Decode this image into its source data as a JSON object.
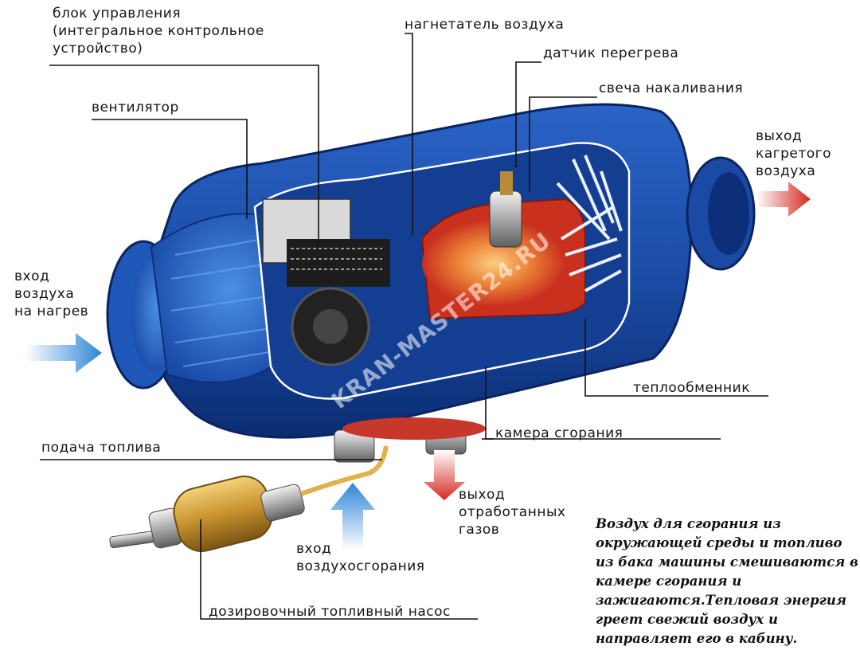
{
  "labels": {
    "control_unit": "блок управления\n(интегральное контрольное\nустройство)",
    "fan": "вентилятор",
    "blower": "нагнетатель воздуха",
    "overheat_sensor": "датчик перегрева",
    "glow_plug": "свеча накаливания",
    "hot_air_out": "выход\nкагретого\nвоздуха",
    "air_in": "вход\nвоздуха\nна нагрев",
    "heat_exchanger": "теплообменник",
    "combustion_chamber": "камера сгорания",
    "fuel_supply": "подача топлива",
    "exhaust_out": "выход\nотработанных\nгазов",
    "combustion_air_in": "вход\nвоздухосгорания",
    "dosing_pump": "дозировочный топливный насос"
  },
  "watermark": "KRAN-MASTER24.RU",
  "description": "Воздух для сгорания из окружающей среды и топливо из бака машины смешиваются в камере сгорания и зажигаются.Тепловая энергия греет свежий воздух и направляет его в кабину.",
  "colors": {
    "housing": "#1f55b4",
    "housing_dark": "#0d2f7a",
    "flame": "#e8542a",
    "arrow_blue": "#3a8fd8",
    "arrow_red": "#d8322a"
  }
}
